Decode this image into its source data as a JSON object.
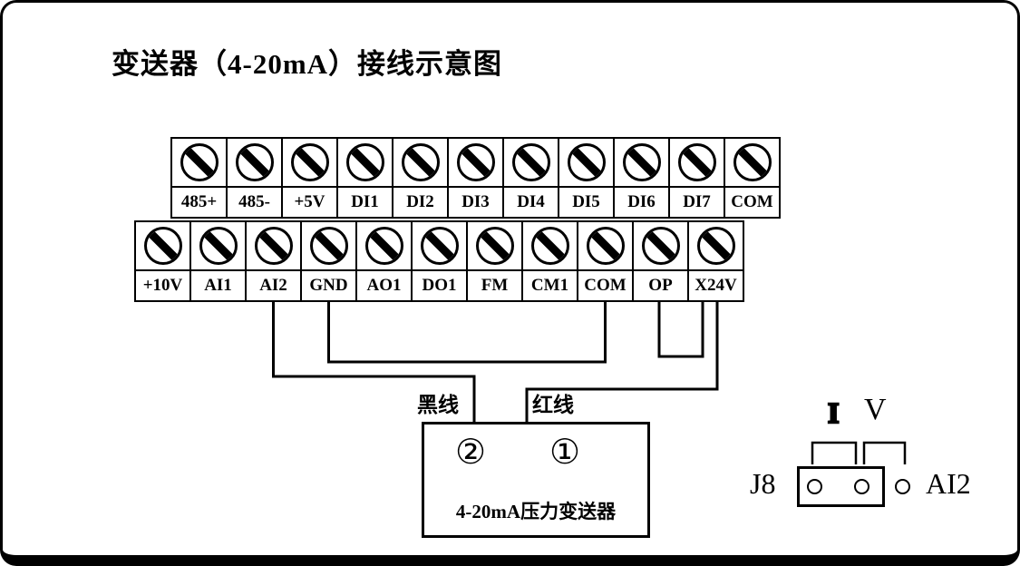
{
  "title": "变送器（4-20mA）接线示意图",
  "terminal_blocks": {
    "top": {
      "labels": [
        "485+",
        "485-",
        "+5V",
        "DI1",
        "DI2",
        "DI3",
        "DI4",
        "DI5",
        "DI6",
        "DI7",
        "COM"
      ]
    },
    "bottom": {
      "labels": [
        "+10V",
        "AI1",
        "AI2",
        "GND",
        "AO1",
        "DO1",
        "FM",
        "CM1",
        "COM",
        "OP",
        "X24V"
      ]
    }
  },
  "wires": {
    "black_wire_label": "黑线",
    "red_wire_label": "红线",
    "connections": [
      {
        "from": "AI2",
        "to": "transmitter terminal ②",
        "wire": "黑线"
      },
      {
        "from": "X24V",
        "to": "transmitter terminal ①",
        "wire": "红线"
      },
      {
        "from": "GND",
        "to": "COM"
      },
      {
        "from": "OP",
        "to": "X24V"
      }
    ]
  },
  "transmitter": {
    "terminal_2": "②",
    "terminal_1": "①",
    "label": "4-20mA压力变送器"
  },
  "jumper_block": {
    "name": "J8",
    "signal": "AI2",
    "current_mark": "I",
    "voltage_mark": "V"
  },
  "colors": {
    "line": "#000000",
    "background": "#ffffff"
  }
}
